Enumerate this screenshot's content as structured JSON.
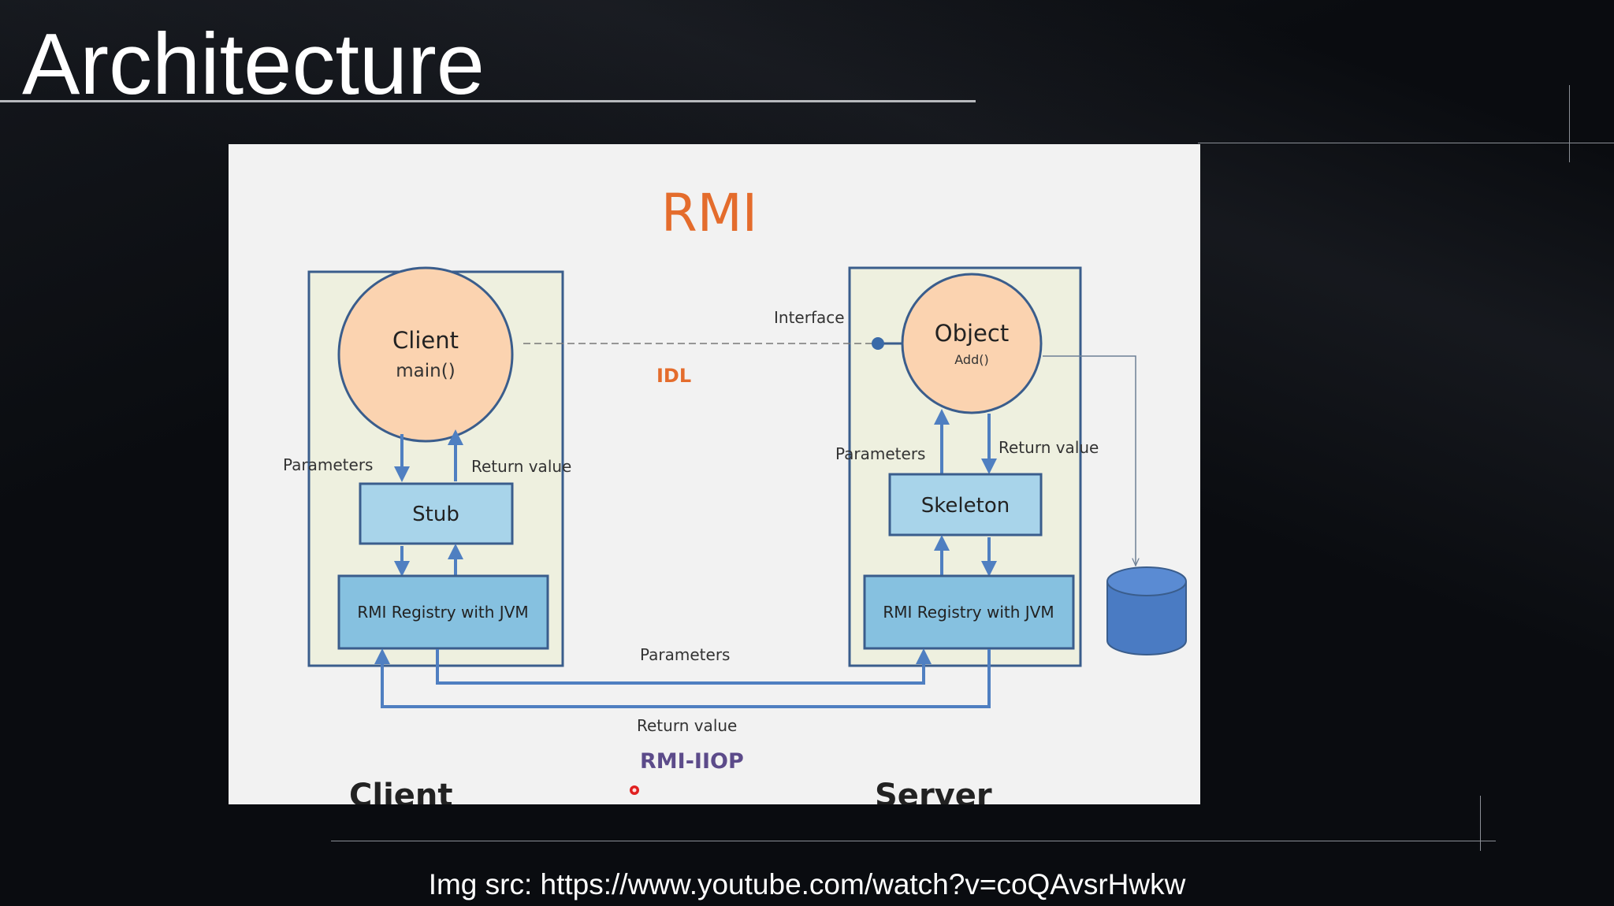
{
  "slide": {
    "title": "Architecture",
    "caption": "Img src: https://www.youtube.com/watch?v=coQAvsrHwkw"
  },
  "diagram": {
    "heading": "RMI",
    "client_node": {
      "title": "Client",
      "subtitle": "main()"
    },
    "object_node": {
      "title": "Object",
      "subtitle": "Add()"
    },
    "interface_label": "Interface",
    "idl_label": "IDL",
    "client_params_label": "Parameters",
    "client_return_label": "Return value",
    "server_params_label": "Parameters",
    "server_return_label": "Return value",
    "stub_label": "Stub",
    "skeleton_label": "Skeleton",
    "client_registry_label": "RMI Registry with JVM",
    "server_registry_label": "RMI Registry with JVM",
    "bottom_params_label": "Parameters",
    "bottom_return_label": "Return value",
    "protocol_label": "RMI-IIOP",
    "client_footer": "Client",
    "server_footer": "Server"
  },
  "colors": {
    "heading_orange": "#e46c2c",
    "node_fill": "#fbd3b0",
    "box_fill": "#a8d4ea",
    "registry_fill": "#86c1e0",
    "panel_fill": "#eef0df",
    "border_navy": "#3a5d8c",
    "arrow_blue": "#4f7fc1",
    "protocol_purple": "#5c4b8a",
    "database_blue": "#4a7bc3"
  }
}
